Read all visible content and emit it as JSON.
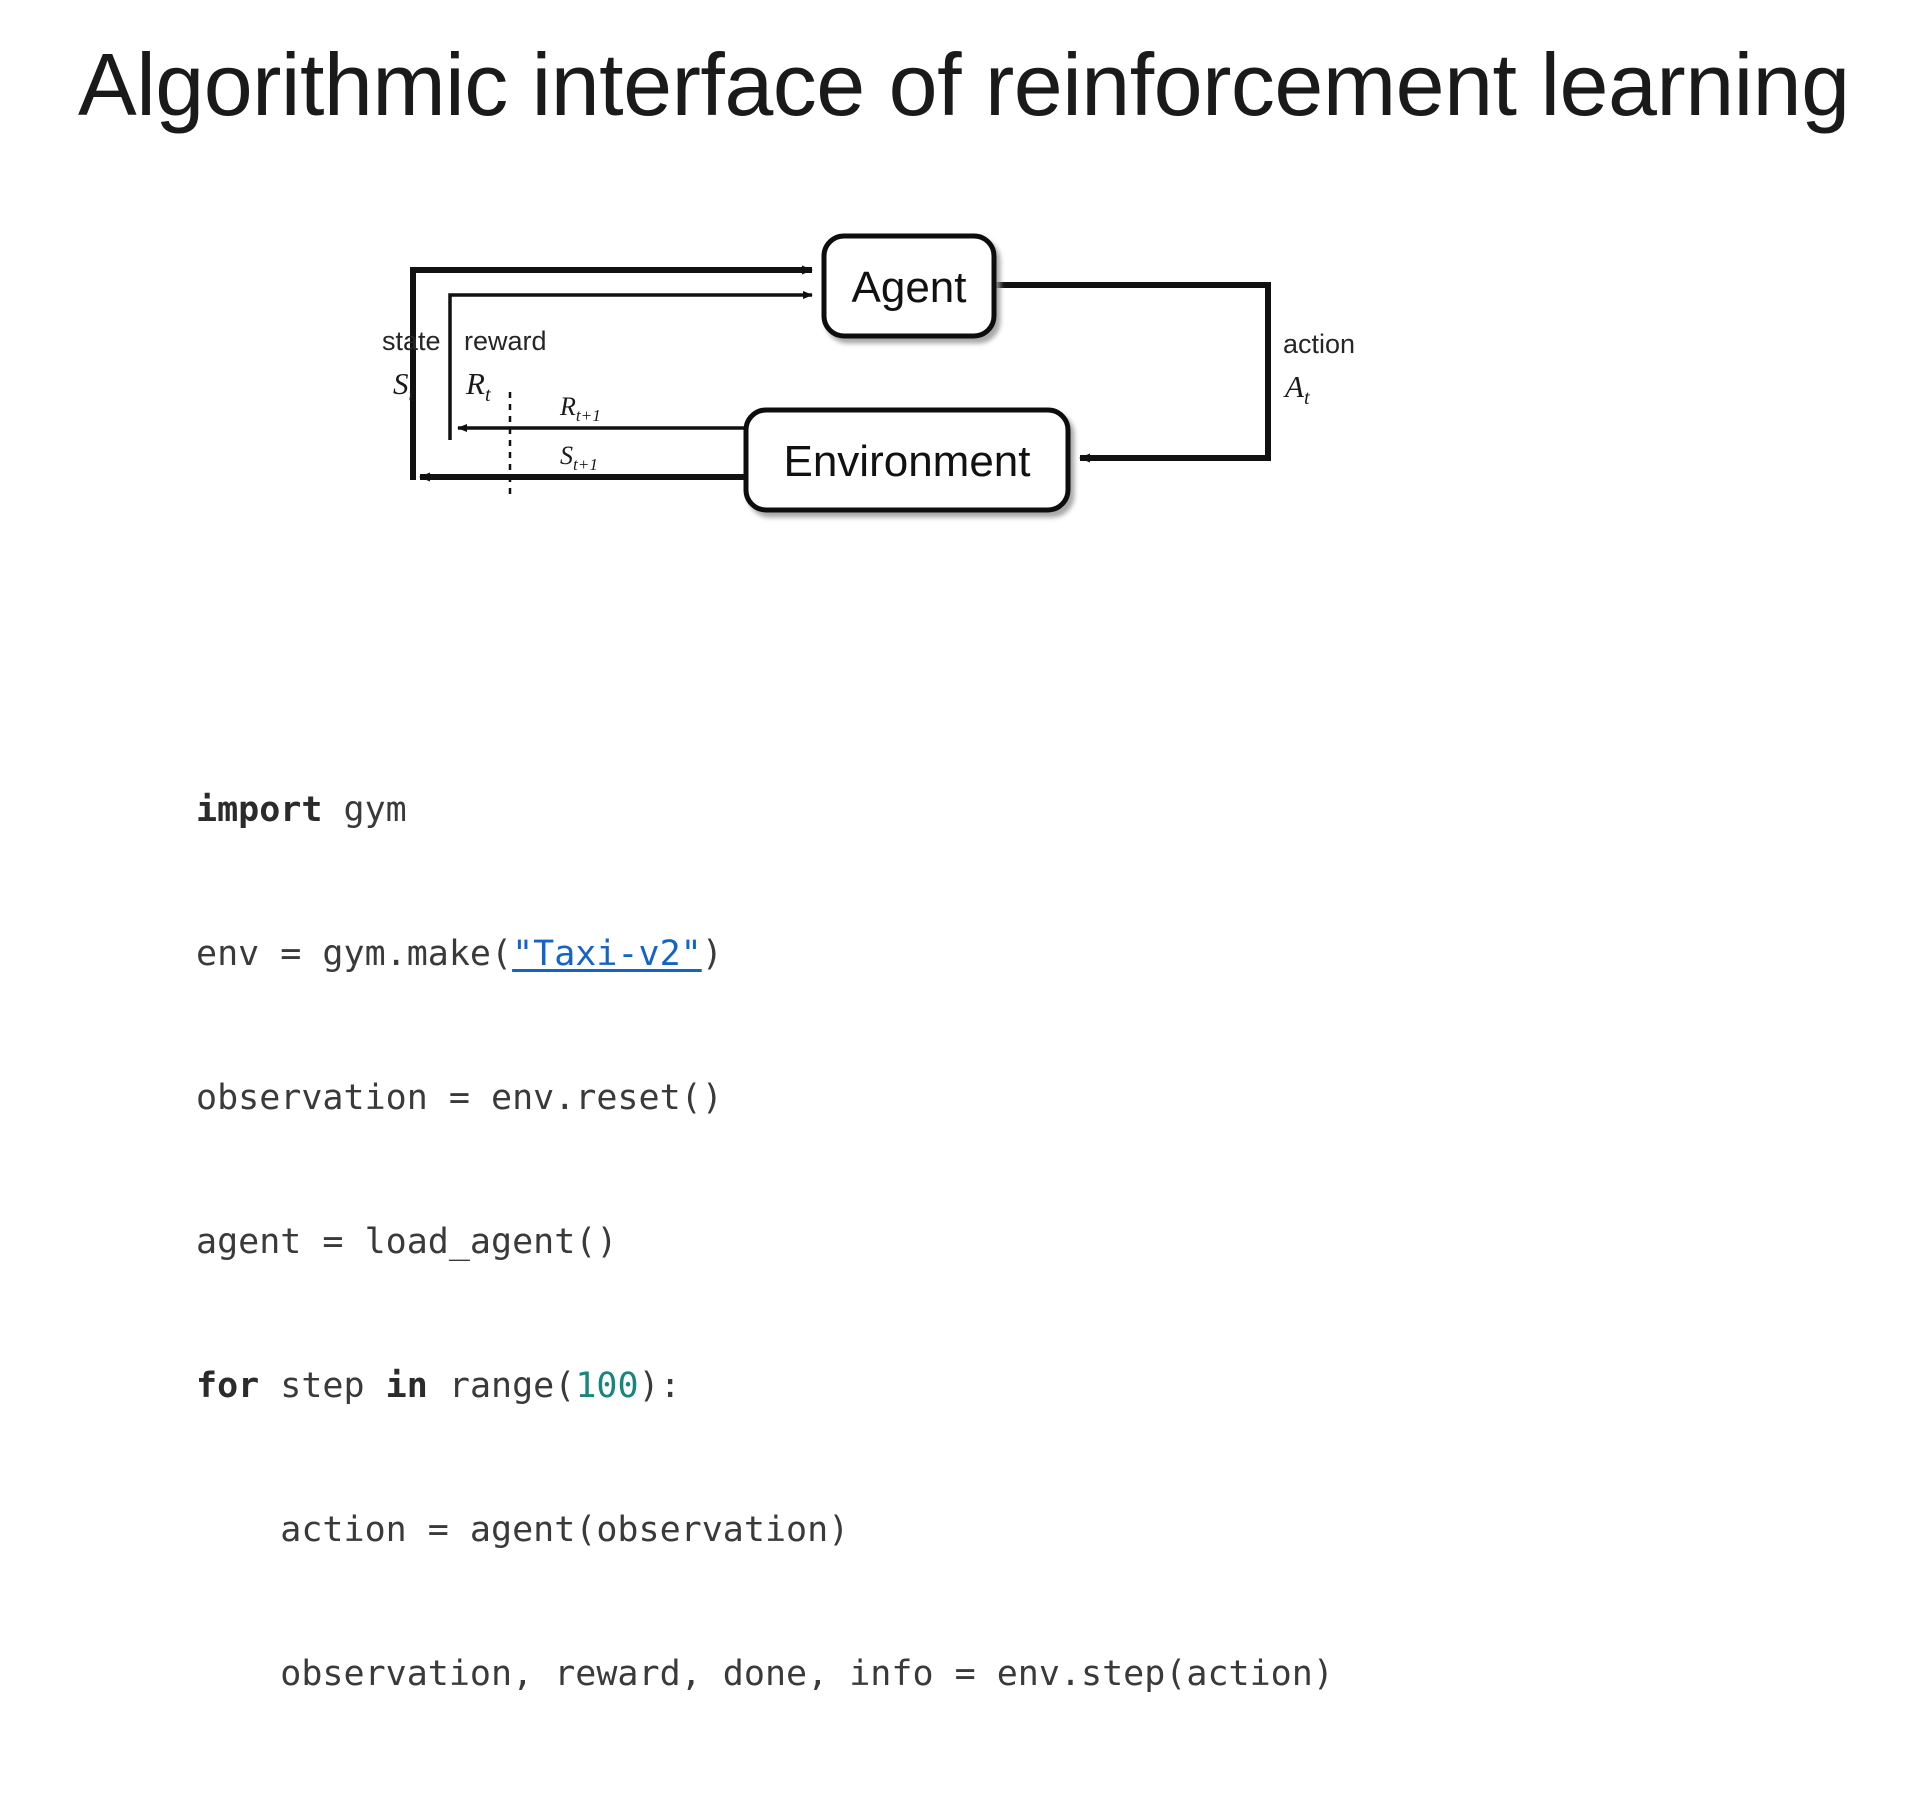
{
  "slide": {
    "title": "Algorithmic interface of reinforcement learning",
    "background": "#ffffff"
  },
  "diagram": {
    "name": "agent-environment-interaction-loop",
    "boxes": [
      {
        "id": "agent",
        "label": "Agent"
      },
      {
        "id": "environment",
        "label": "Environment"
      }
    ],
    "labels": {
      "state_word": "state",
      "state_symbol": "S",
      "state_sub": "t",
      "reward_word": "reward",
      "reward_symbol": "R",
      "reward_sub": "t",
      "action_word": "action",
      "action_symbol": "A",
      "action_sub": "t",
      "next_reward_symbol": "R",
      "next_reward_sub": "t+1",
      "next_state_symbol": "S",
      "next_state_sub": "t+1"
    },
    "stroke_color": "#111111"
  },
  "code": {
    "language": "python",
    "link_color": "#1464c8",
    "number_color": "#17867d",
    "keyword_color": "#2b2b2b",
    "text_color": "#3a3a3a",
    "lines": [
      {
        "id": "line-1",
        "plain": "import gym",
        "tokens": [
          {
            "t": "import",
            "k": "kw"
          },
          {
            "t": " gym",
            "k": "txt"
          }
        ]
      },
      {
        "id": "line-2",
        "plain": "env = gym.make(\"Taxi-v2\")",
        "tokens": [
          {
            "t": "env = gym.make(",
            "k": "txt"
          },
          {
            "t": "\"Taxi-v2\"",
            "k": "link"
          },
          {
            "t": ")",
            "k": "txt"
          }
        ]
      },
      {
        "id": "line-3",
        "plain": "observation = env.reset()",
        "tokens": [
          {
            "t": "observation = env.reset()",
            "k": "txt"
          }
        ]
      },
      {
        "id": "line-4",
        "plain": "agent = load_agent()",
        "tokens": [
          {
            "t": "agent = load_agent()",
            "k": "txt"
          }
        ]
      },
      {
        "id": "line-5",
        "plain": "for step in range(100):",
        "tokens": [
          {
            "t": "for",
            "k": "kw"
          },
          {
            "t": " step ",
            "k": "txt"
          },
          {
            "t": "in",
            "k": "kw"
          },
          {
            "t": " range(",
            "k": "txt"
          },
          {
            "t": "100",
            "k": "num"
          },
          {
            "t": "):",
            "k": "txt"
          }
        ]
      },
      {
        "id": "line-6",
        "plain": "    action = agent(observation)",
        "tokens": [
          {
            "t": "    action = agent(observation)",
            "k": "txt"
          }
        ]
      },
      {
        "id": "line-7",
        "plain": "    observation, reward, done, info = env.step(action)",
        "tokens": [
          {
            "t": "    observation, reward, done, info = env.step(action)",
            "k": "txt"
          }
        ]
      }
    ]
  }
}
